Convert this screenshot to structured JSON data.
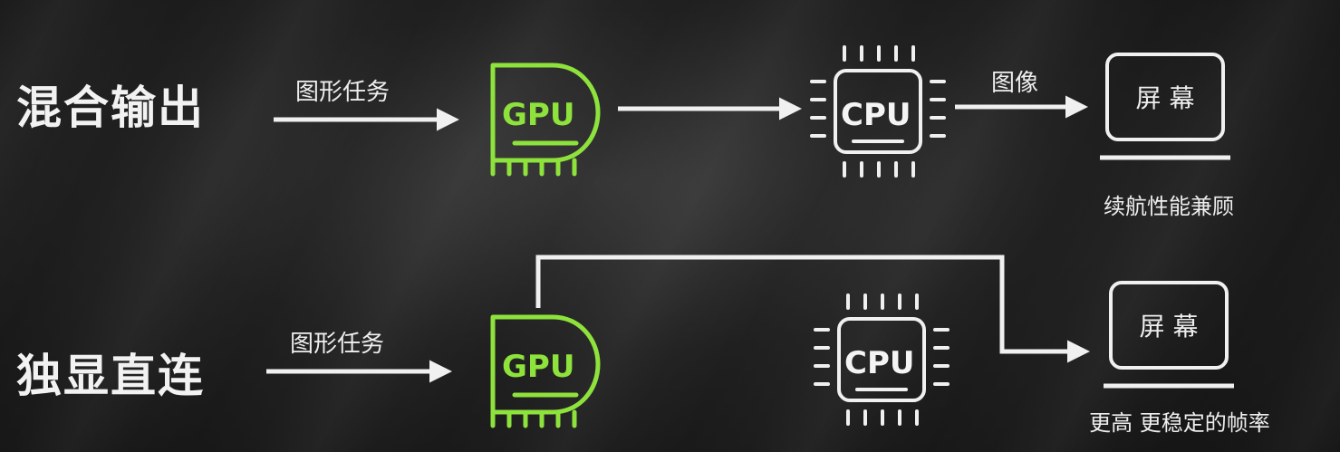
{
  "colors": {
    "gpu": "#8ee23c",
    "line": "#f0f0f0"
  },
  "rows": [
    {
      "title": "混合输出",
      "task_label": "图形任务",
      "gpu_label": "GPU",
      "cpu_label": "CPU",
      "image_label": "图像",
      "screen_label": "屏 幕",
      "note": "续航性能兼顾"
    },
    {
      "title": "独显直连",
      "task_label": "图形任务",
      "gpu_label": "GPU",
      "cpu_label": "CPU",
      "screen_label": "屏 幕",
      "note": "更高 更稳定的帧率"
    }
  ]
}
